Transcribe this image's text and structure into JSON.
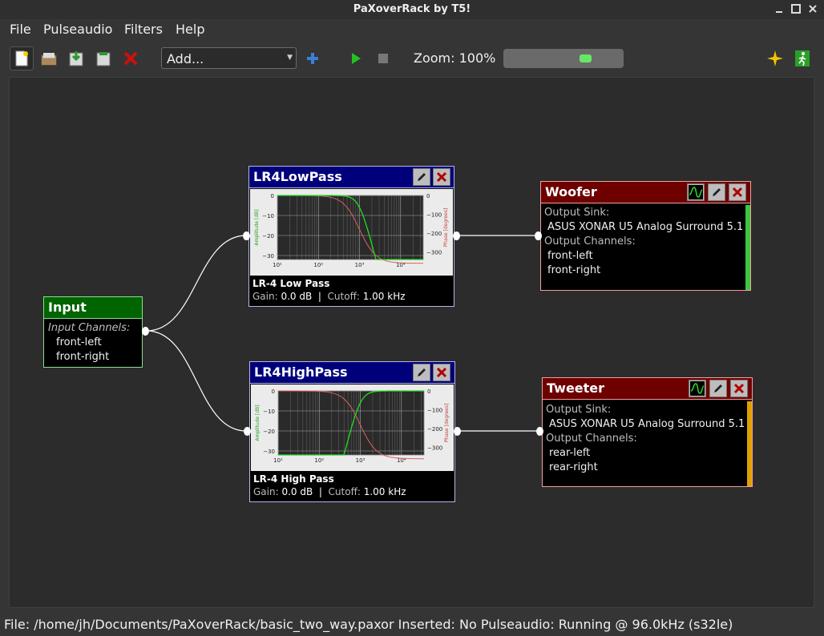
{
  "window": {
    "title": "PaXoverRack by T5!"
  },
  "menu": [
    "File",
    "Pulseaudio",
    "Filters",
    "Help"
  ],
  "toolbar": {
    "add_combo": {
      "value": "Add..."
    },
    "zoom_label": "Zoom: 100%",
    "zoom_level": 0.7
  },
  "nodes": {
    "input": {
      "title": "Input",
      "channels_label": "Input Channels:",
      "channels": [
        "front-left",
        "front-right"
      ],
      "color": "#006400"
    },
    "lowpass": {
      "title": "LR4LowPass",
      "filter_name": "LR-4 Low Pass",
      "gain_label": "Gain:",
      "gain": "0.0 dB",
      "sep": "|",
      "cutoff_label": "Cutoff:",
      "cutoff": "1.00 kHz",
      "color": "#00007a"
    },
    "highpass": {
      "title": "LR4HighPass",
      "filter_name": "LR-4 High Pass",
      "gain_label": "Gain:",
      "gain": "0.0 dB",
      "sep": "|",
      "cutoff_label": "Cutoff:",
      "cutoff": "1.00 kHz",
      "color": "#00007a"
    },
    "woofer": {
      "title": "Woofer",
      "sink_label": "Output Sink:",
      "sink": "ASUS XONAR U5 Analog Surround 5.1",
      "channels_label": "Output Channels:",
      "channels": [
        "front-left",
        "front-right"
      ],
      "color": "#6e0000",
      "level_color": "#3cc83c"
    },
    "tweeter": {
      "title": "Tweeter",
      "sink_label": "Output Sink:",
      "sink": "ASUS XONAR U5 Analog Surround 5.1",
      "channels_label": "Output Channels:",
      "channels": [
        "rear-left",
        "rear-right"
      ],
      "color": "#6e0000",
      "level_color": "#e0a000"
    }
  },
  "plot": {
    "y_left_label": "Amplitude [dB]",
    "y_right_label": "Phase [degrees]",
    "y_left_ticks": [
      "0",
      "−10",
      "−20",
      "−30"
    ],
    "y_right_ticks": [
      "0",
      "−100",
      "−200",
      "−300"
    ],
    "x_ticks": [
      "10¹",
      "10²",
      "10³",
      "10⁴"
    ]
  },
  "statusbar": "File: /home/jh/Documents/PaXoverRack/basic_two_way.paxor Inserted: No Pulseaudio: Running @ 96.0kHz (s32le)"
}
